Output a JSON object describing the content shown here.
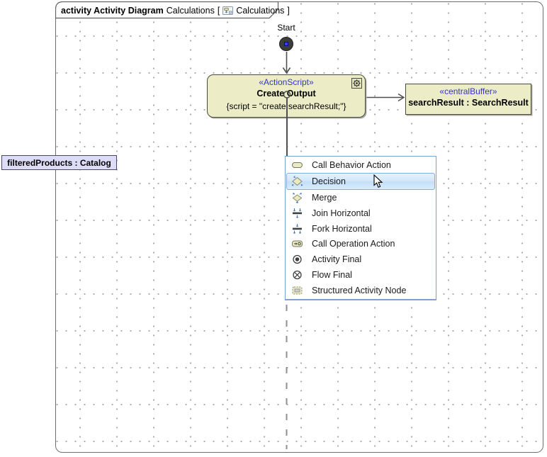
{
  "frame": {
    "header": {
      "kind": "activity Activity Diagram",
      "name": "Calculations",
      "bracket_open": "[",
      "context": "Calculations",
      "bracket_close": "]"
    }
  },
  "nodes": {
    "start": {
      "label": "Start"
    },
    "action": {
      "stereotype": "«ActionScript»",
      "name": "Create Output",
      "script": "{script = \"create searchResult;\"}"
    },
    "buffer": {
      "stereotype": "«centralBuffer»",
      "name": "searchResult : SearchResult"
    },
    "pin": {
      "text": "filteredProducts : Catalog"
    }
  },
  "menu": {
    "items": [
      {
        "label": "Call Behavior Action"
      },
      {
        "label": "Decision",
        "highlighted": true
      },
      {
        "label": "Merge"
      },
      {
        "label": "Join Horizontal"
      },
      {
        "label": "Fork Horizontal"
      },
      {
        "label": "Call Operation Action"
      },
      {
        "label": "Activity Final"
      },
      {
        "label": "Flow Final"
      },
      {
        "label": "Structured Activity Node"
      }
    ]
  },
  "colors": {
    "node_fill": "#ecedc6",
    "node_border": "#4c4c3e",
    "stereotype_blue": "#3434c4",
    "pin_fill": "#dcdcf6",
    "menu_border": "#79a1d4",
    "menu_highlight": "#cde2f9",
    "flow_line": "#4f4f4f",
    "grid_dot": "#a9a9a9"
  }
}
